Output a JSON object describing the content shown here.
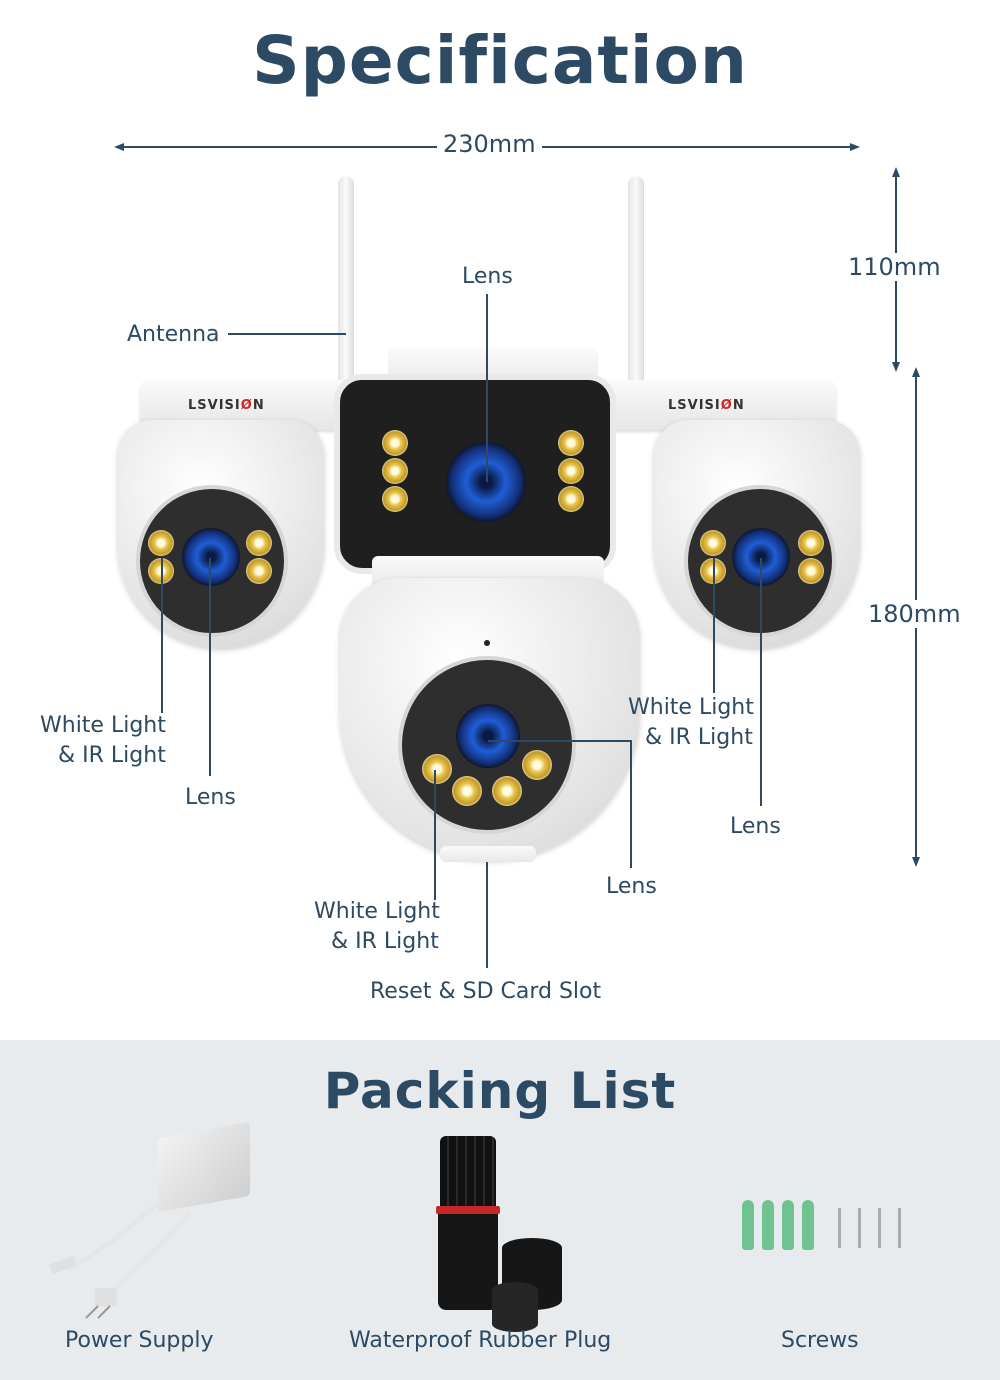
{
  "specification": {
    "title": "Specification",
    "dimensions": {
      "width": "230mm",
      "top_height": "110mm",
      "body_height": "180mm"
    },
    "brand": {
      "prefix": "LSVISI",
      "o": "Ø",
      "suffix": "N"
    },
    "callouts": {
      "top_lens": "Lens",
      "antenna": "Antenna",
      "left_light_line1": "White Light",
      "left_light_line2": "& IR Light",
      "left_lens": "Lens",
      "right_light_line1": "White Light",
      "right_light_line2": "& IR Light",
      "right_lens": "Lens",
      "center_lens": "Lens",
      "center_light_line1": "White Light",
      "center_light_line2": "& IR Light",
      "reset": "Reset & SD Card Slot"
    }
  },
  "packing_list": {
    "title": "Packing List",
    "items": [
      {
        "label": "Power Supply",
        "icon": "power-supply-image"
      },
      {
        "label": "Waterproof  Rubber Plug",
        "icon": "rubber-plug-image"
      },
      {
        "label": "Screws",
        "icon": "screws-image"
      }
    ]
  },
  "colors": {
    "text": "#2c4a63",
    "packing_bg": "#e7ebee",
    "brand_accent": "#d0272a"
  }
}
